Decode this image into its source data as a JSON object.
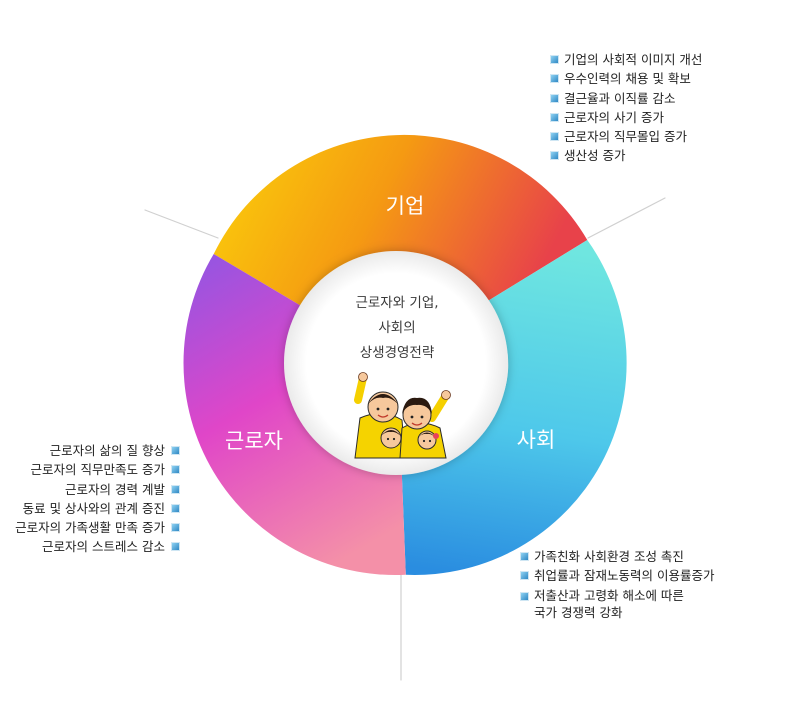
{
  "colors": {
    "company_start": "#fbd20a",
    "company_end": "#e8424a",
    "society_start": "#6fe6e0",
    "society_end": "#2a8de0",
    "worker_start": "#9a54e0",
    "worker_end": "#f490a8",
    "bullet": "#2f88c4"
  },
  "center": {
    "lines": [
      "근로자와 기업,",
      "사회의",
      "상생경영전략"
    ],
    "illustration": "children-mascots-icon"
  },
  "segments": {
    "company": {
      "label": "기업"
    },
    "society": {
      "label": "사회"
    },
    "worker": {
      "label": "근로자"
    }
  },
  "lists": {
    "company": [
      "기업의 사회적 이미지 개선",
      "우수인력의 채용 및 확보",
      "결근율과 이직률 감소",
      "근로자의 사기 증가",
      "근로자의 직무몰입 증가",
      "생산성 증가"
    ],
    "worker": [
      "근로자의 삶의 질 향상",
      "근로자의 직무만족도 증가",
      "근로자의 경력 계발",
      "동료 및 상사와의 관계 증진",
      "근로자의 가족생활 만족 증가",
      "근로자의 스트레스 감소"
    ],
    "society": [
      "가족친화 사회환경 조성 촉진",
      "취업률과 잠재노동력의 이용률증가",
      "저출산과 고령화 해소에 따른\n국가 경쟁력 강화"
    ]
  }
}
